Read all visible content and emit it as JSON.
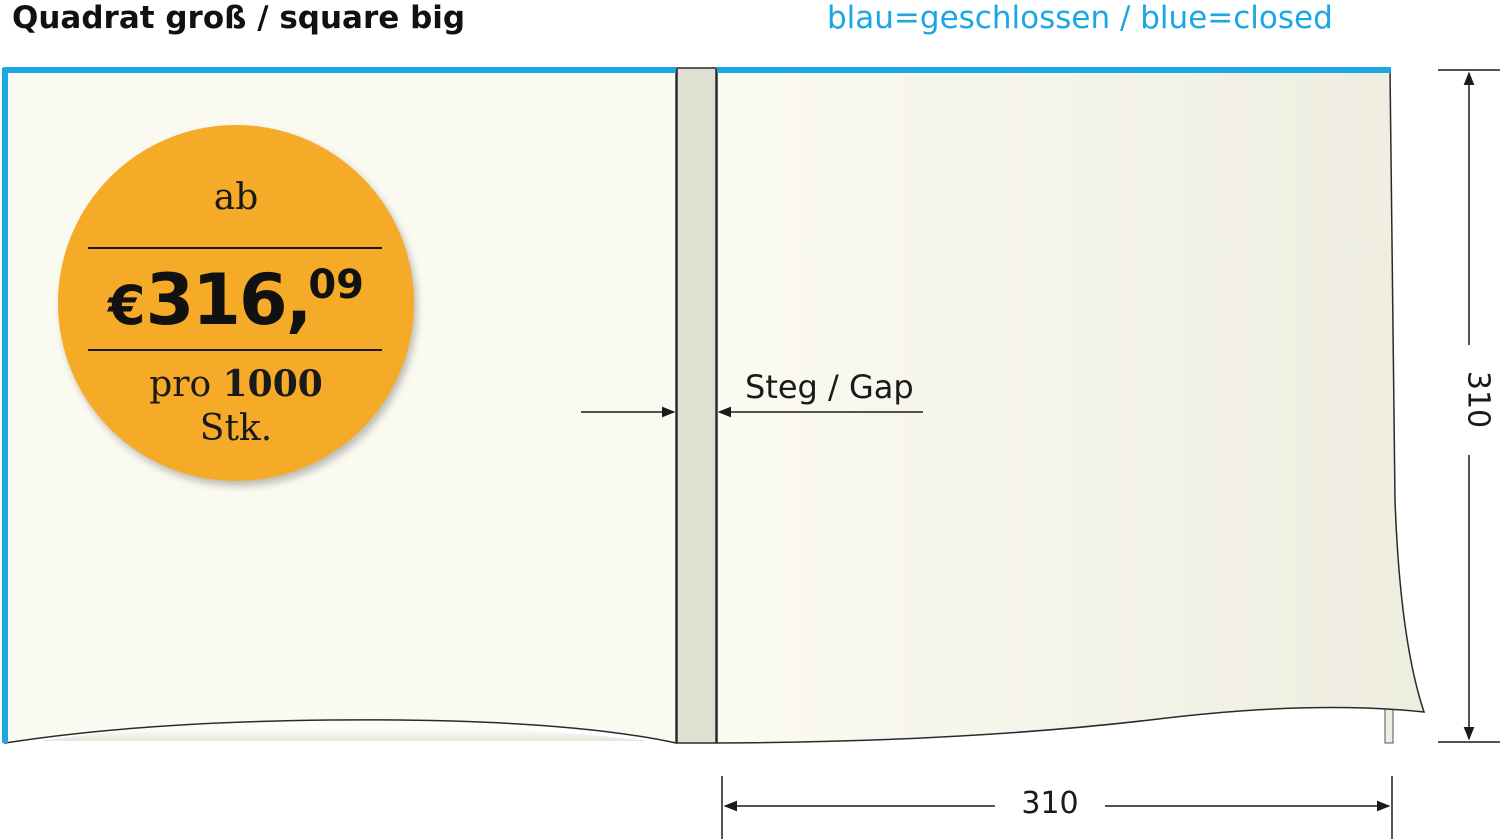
{
  "header": {
    "title": "Quadrat groß / square big",
    "legend": "blau=geschlossen / blue=closed"
  },
  "colors": {
    "closed_edge": "#1aa7e4",
    "paper": "#fbfaf1",
    "gap": "#dfdfd2",
    "badge": "#f5ab27"
  },
  "price_badge": {
    "prefix": "ab",
    "currency": "€",
    "amount": "316,",
    "cents": "09",
    "per": "pro",
    "quantity": "1000",
    "unit": "Stk."
  },
  "dimensions": {
    "gap_label": "Steg / Gap",
    "height": "310",
    "width": "310"
  }
}
